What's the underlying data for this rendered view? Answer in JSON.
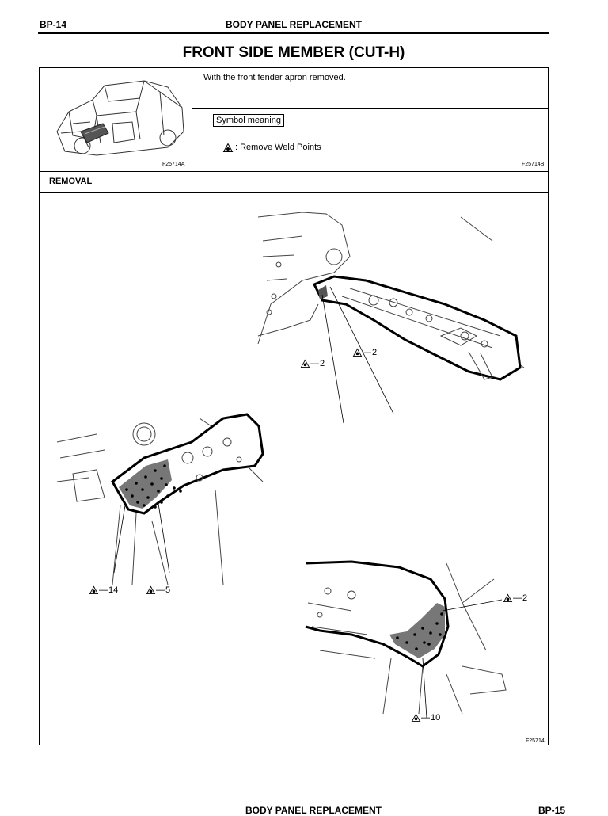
{
  "header": {
    "page_id": "BP-14",
    "section": "BODY PANEL REPLACEMENT"
  },
  "title": "FRONT SIDE MEMBER (CUT-H)",
  "note": "With the front fender apron removed.",
  "symbol_legend": {
    "label": "Symbol meaning",
    "text": ": Remove Weld Points"
  },
  "figure_codes": {
    "car": "F25714A",
    "legend": "F25714B",
    "main": "F25714"
  },
  "section_label": "REMOVAL",
  "callouts": [
    {
      "count": "2"
    },
    {
      "count": "2"
    },
    {
      "count": "14"
    },
    {
      "count": "5"
    },
    {
      "count": "2"
    },
    {
      "count": "10"
    }
  ],
  "footer": {
    "section": "BODY PANEL REPLACEMENT",
    "page_id": "BP-15"
  }
}
